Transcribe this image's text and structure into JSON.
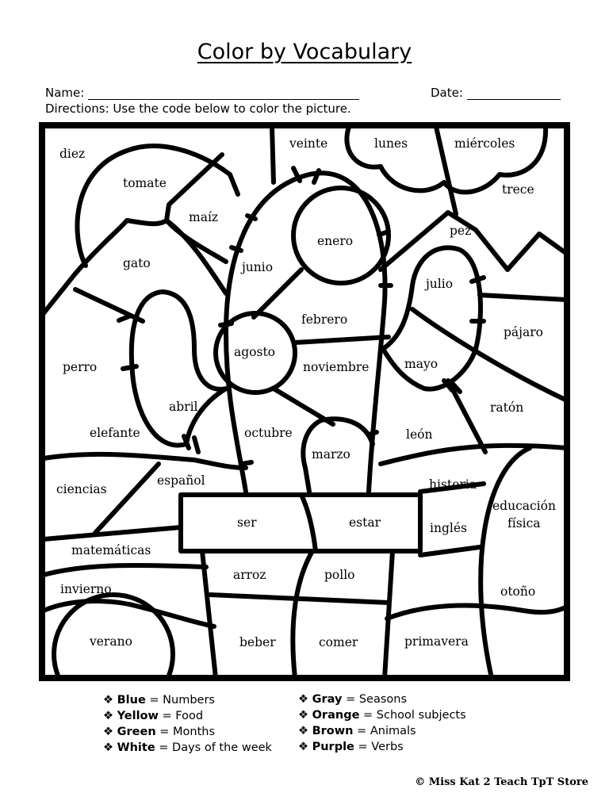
{
  "header": {
    "title": "Color by Vocabulary",
    "name_label": "Name:",
    "date_label": "Date:",
    "directions": "Directions: Use the code below to color the picture."
  },
  "words": {
    "diez": "diez",
    "tomate": "tomate",
    "maiz": "maíz",
    "gato": "gato",
    "veinte": "veinte",
    "lunes": "lunes",
    "miercoles": "miércoles",
    "trece": "trece",
    "enero": "enero",
    "junio": "junio",
    "pez": "pez",
    "julio": "julio",
    "pajaro": "pájaro",
    "febrero": "febrero",
    "agosto": "agosto",
    "noviembre": "noviembre",
    "mayo": "mayo",
    "perro": "perro",
    "abril": "abril",
    "raton": "ratón",
    "elefante": "elefante",
    "octubre": "octubre",
    "leon": "león",
    "marzo": "marzo",
    "espanol": "español",
    "ciencias": "ciencias",
    "historia": "historia",
    "educacion": "educación",
    "fisica": "física",
    "ser": "ser",
    "estar": "estar",
    "ingles": "inglés",
    "matematicas": "matemáticas",
    "arroz": "arroz",
    "pollo": "pollo",
    "invierno": "invierno",
    "otono": "otoño",
    "verano": "verano",
    "beber": "beber",
    "comer": "comer",
    "primavera": "primavera"
  },
  "key": [
    {
      "color": "Blue",
      "meaning": "Numbers"
    },
    {
      "color": "Yellow",
      "meaning": "Food"
    },
    {
      "color": "Green",
      "meaning": "Months"
    },
    {
      "color": "White",
      "meaning": "Days of the week"
    },
    {
      "color": "Gray",
      "meaning": "Seasons"
    },
    {
      "color": "Orange",
      "meaning": "School subjects"
    },
    {
      "color": "Brown",
      "meaning": "Animals"
    },
    {
      "color": "Purple",
      "meaning": "Verbs"
    }
  ],
  "key_bullet": "❖",
  "key_equals": "=",
  "copyright": "© Miss Kat 2 Teach TpT Store"
}
